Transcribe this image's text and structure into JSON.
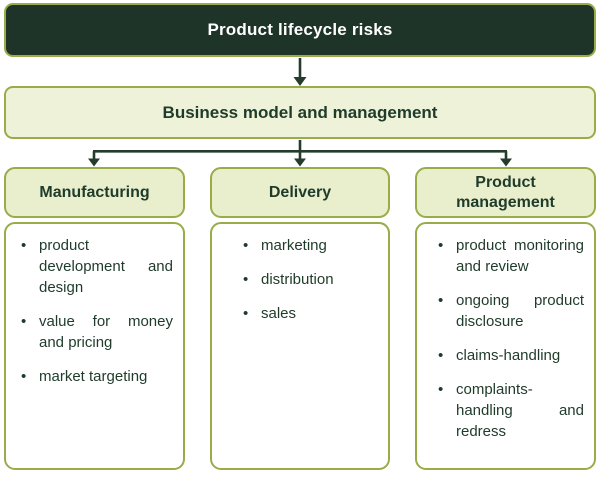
{
  "diagram": {
    "title": "Product lifecycle risks",
    "level2": "Business model and management",
    "columns": [
      {
        "header": "Manufacturing",
        "items": [
          "product development and design",
          "value for money and pricing",
          "market targeting"
        ]
      },
      {
        "header": "Delivery",
        "items": [
          "marketing",
          "distribution",
          "sales"
        ]
      },
      {
        "header": "Product management",
        "items": [
          "product monitoring and review",
          "ongoing product disclosure",
          "claims-handling",
          "complaints-handling and redress"
        ]
      }
    ],
    "colors": {
      "dark_box_fill": "#1f3429",
      "light_box_fill": "#eef2d9",
      "header_box_fill": "#e9eecd",
      "border_olive": "#98ad49",
      "text_green": "#1f3b2a",
      "connector": "#253c2d",
      "title_text": "#ffffff"
    }
  }
}
